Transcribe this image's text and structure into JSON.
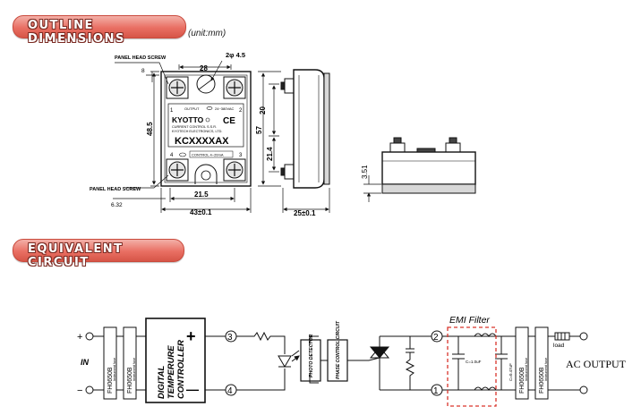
{
  "sections": {
    "outline_title": "OUTLINE DIMENSIONS",
    "outline_unit": "(unit:mm)",
    "circuit_title": "EQUIVALENT CIRCUIT"
  },
  "outline": {
    "panel_screw_top": "PANEL HEAD SCREW",
    "panel_screw_bottom": "PANEL HEAD SCREW",
    "dim_8": "8",
    "dim_28": "28",
    "dim_hole": "2φ 4.5",
    "dim_48_5": "48.5",
    "dim_6_32": "6.32",
    "dim_21_5": "21.5",
    "dim_43": "43±0.1",
    "dim_20": "20",
    "dim_57": "57",
    "dim_21_4": "21.4",
    "dim_25": "25±0.1",
    "dim_3_51": "3.51",
    "term_1": "1",
    "term_2": "2",
    "term_3": "3",
    "term_4": "4",
    "label_output": "OUTPUT",
    "label_output_range": "24~380VAC",
    "label_brand": "KYOTTO",
    "label_ce": "CE",
    "label_company1": "CURRENT CONTROL S.S.R.",
    "label_company2": "KYOTECH ELECTRONICS, LTD.",
    "label_model": "KCXXXXAX",
    "label_control": "CONTROL 4~20mA"
  },
  "circuit": {
    "plus_sign": "+",
    "minus_sign": "−",
    "in_label": "IN",
    "fuse1_a": "FH0650B",
    "fuse1_b": "Instrument fuse",
    "fuse2_a": "FH0650B",
    "fuse2_b": "Instrument fuse",
    "controller_line1": "DIGITAL",
    "controller_line2": "TEMPERURE",
    "controller_line3": "CONTROLLER",
    "controller_plus": "+",
    "controller_minus": "—",
    "node3": "3",
    "node4": "4",
    "photo_detector": "PHOTO DETECTOR",
    "phase_control": "PHASE CONTROL CIRCUIT",
    "node2": "2",
    "node1": "1",
    "emi_filter": "EMI Filter",
    "cap_label": "C=1.0uF",
    "cap2_label": "C=0.47uF",
    "fuse3_a": "FH0650B",
    "fuse3_b": "Instrument fuse",
    "fuse4_a": "FH0650B",
    "fuse4_b": "Instrument fuse",
    "load_label": "load",
    "ac_output": "AC OUTPUT"
  }
}
